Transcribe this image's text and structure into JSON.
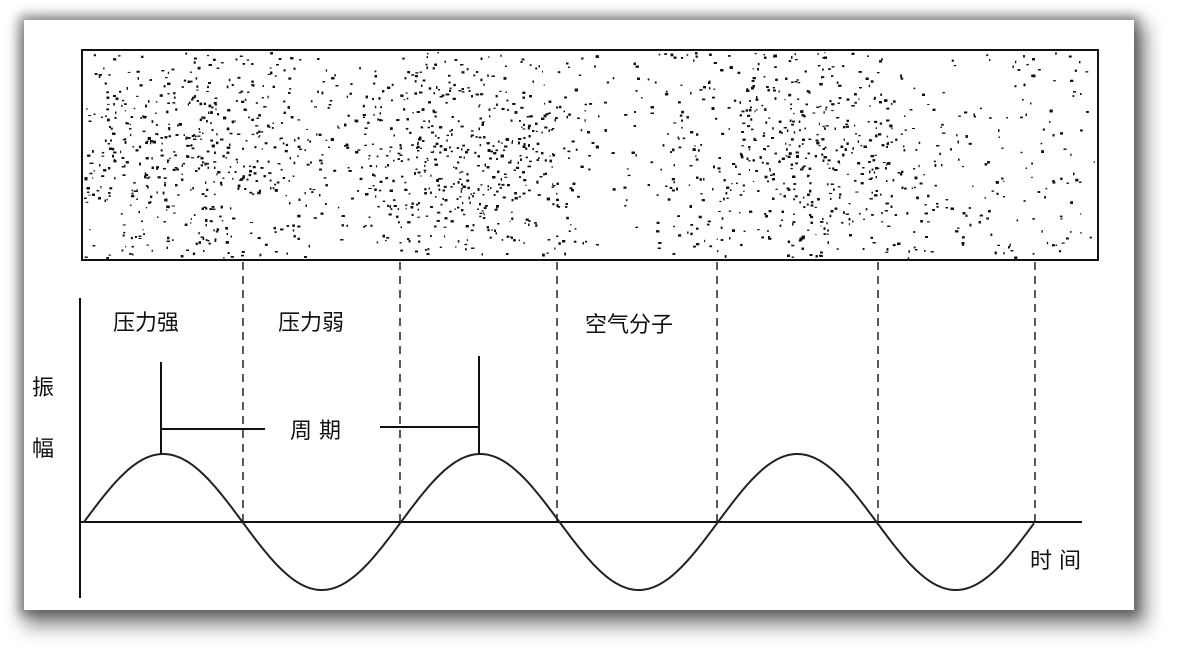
{
  "labels": {
    "pressure_strong": "压力强",
    "pressure_weak": "压力弱",
    "air_molecules": "空气分子",
    "period": "周 期",
    "amplitude_char1": "振",
    "amplitude_char2": "幅",
    "time": "时 间"
  },
  "colors": {
    "ink": "#111111",
    "background": "#ffffff"
  }
}
